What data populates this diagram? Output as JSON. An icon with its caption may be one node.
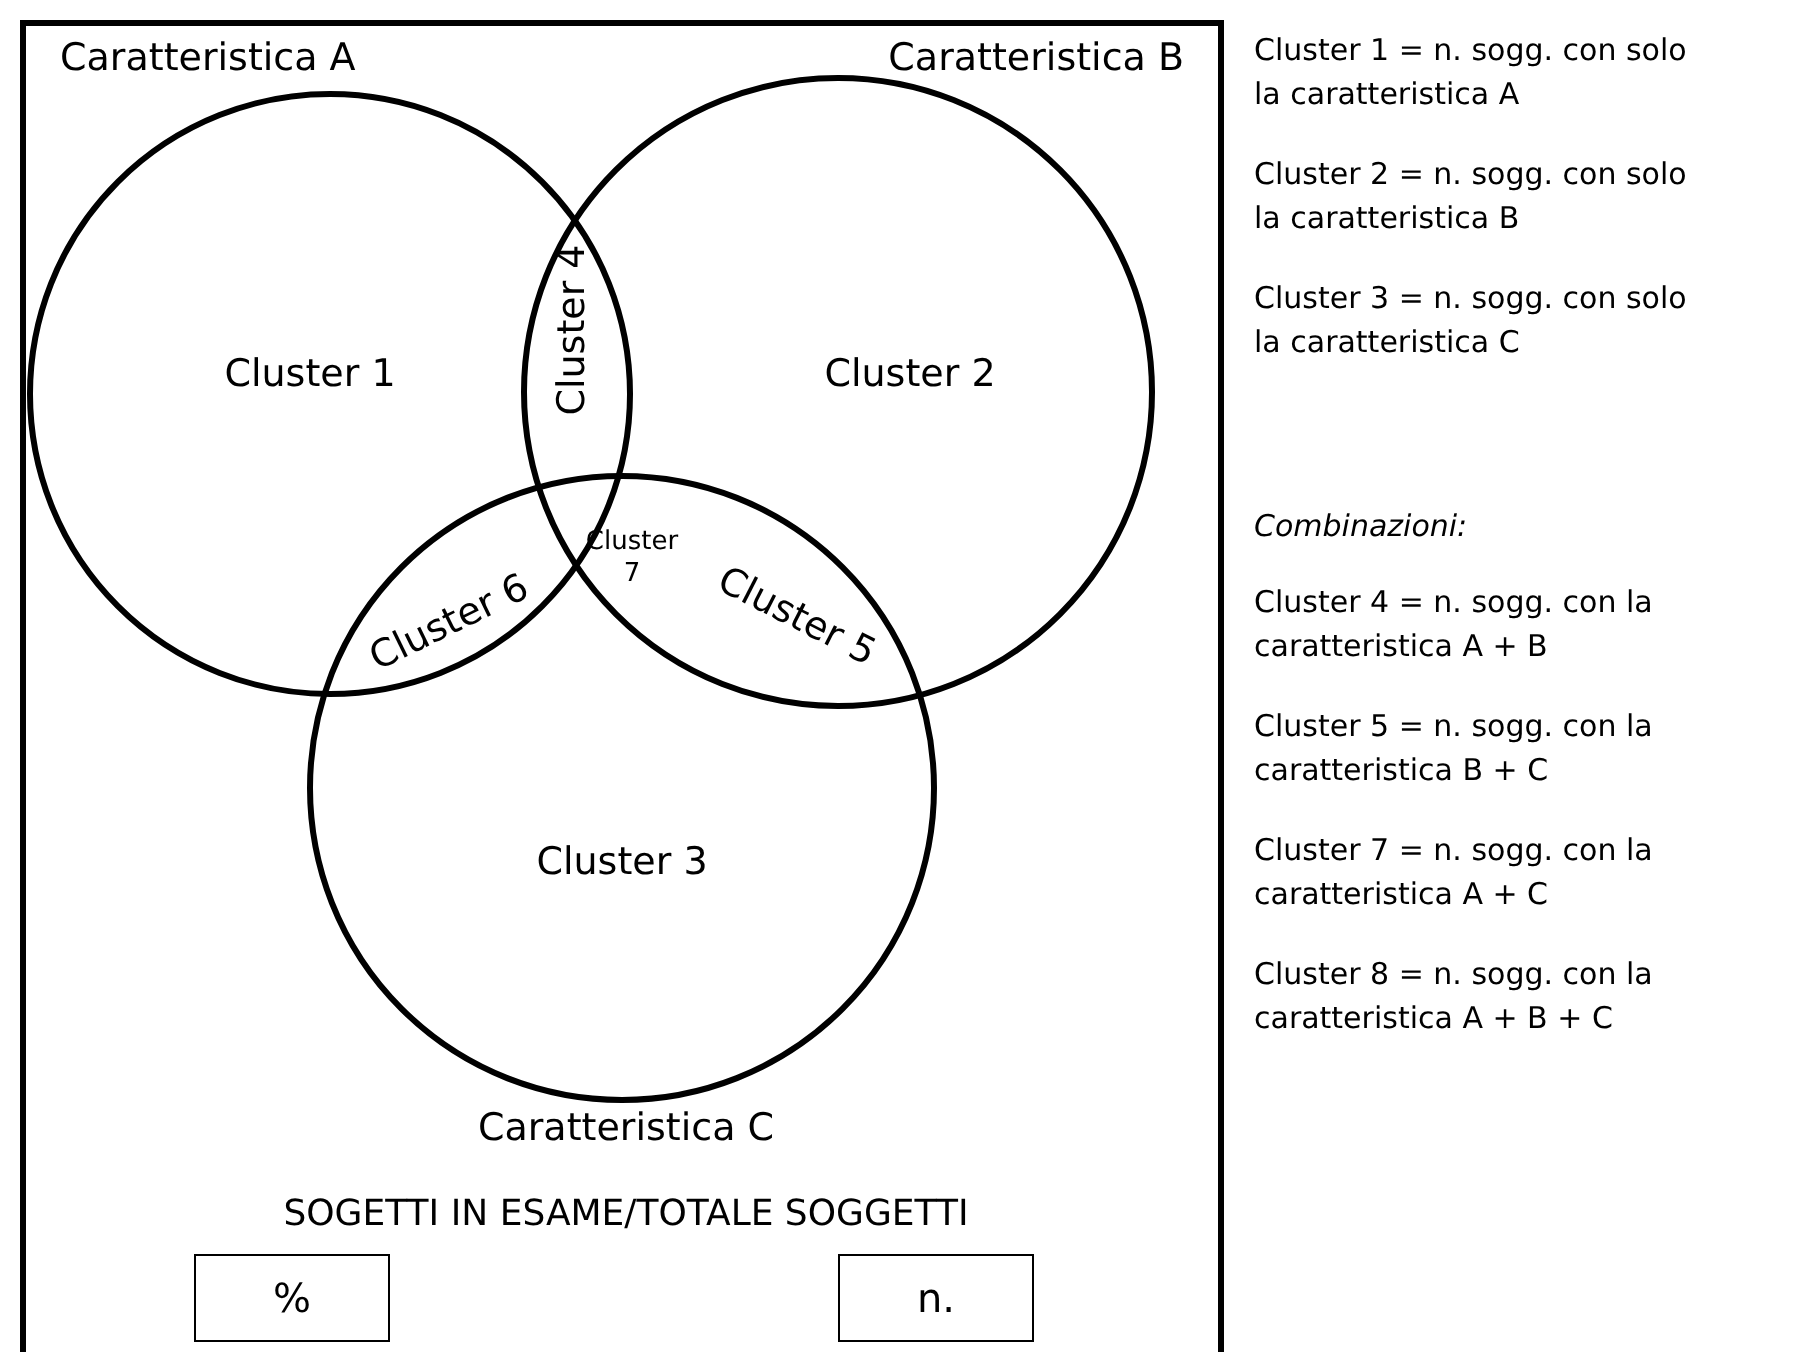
{
  "diagram": {
    "nodes": [
      {
        "text": [
          "SOGETTI IN ESAME/TOTALE SOGGETTI"
        ]
      },
      {
        "text": [
          "Caratteristica A"
        ],
        "in": 0
      },
      {
        "text": [
          "Caratteristica B"
        ],
        "in": 0
      },
      {
        "text": [
          "Caratteristica C"
        ],
        "in": 0
      },
      {
        "text": [
          "%"
        ],
        "in": 0
      },
      {
        "text": [
          "n."
        ],
        "in": 0
      }
    ],
    "edges": [],
    "labels": [
      "Cluster 1",
      "Cluster 4",
      "Cluster 2",
      "Cluster 7",
      "Cluster 6",
      "Cluster 5",
      "Cluster 3",
      "Cluster 1 = n. sogg. con solo la caratteristica A",
      "Cluster 2 = n. sogg. con solo la caratteristica B",
      "Cluster 3 = n. sogg. con solo la caratteristica C",
      "Combinazioni:",
      "Cluster 4 = n. sogg. con la caratteristica A + B",
      "Cluster 5 = n. sogg. con la caratteristica B + C",
      "Cluster 7 = n. sogg. con la caratteristica A + C",
      "Cluster 8 = n. sogg. con la caratteristica A + B + C"
    ]
  }
}
